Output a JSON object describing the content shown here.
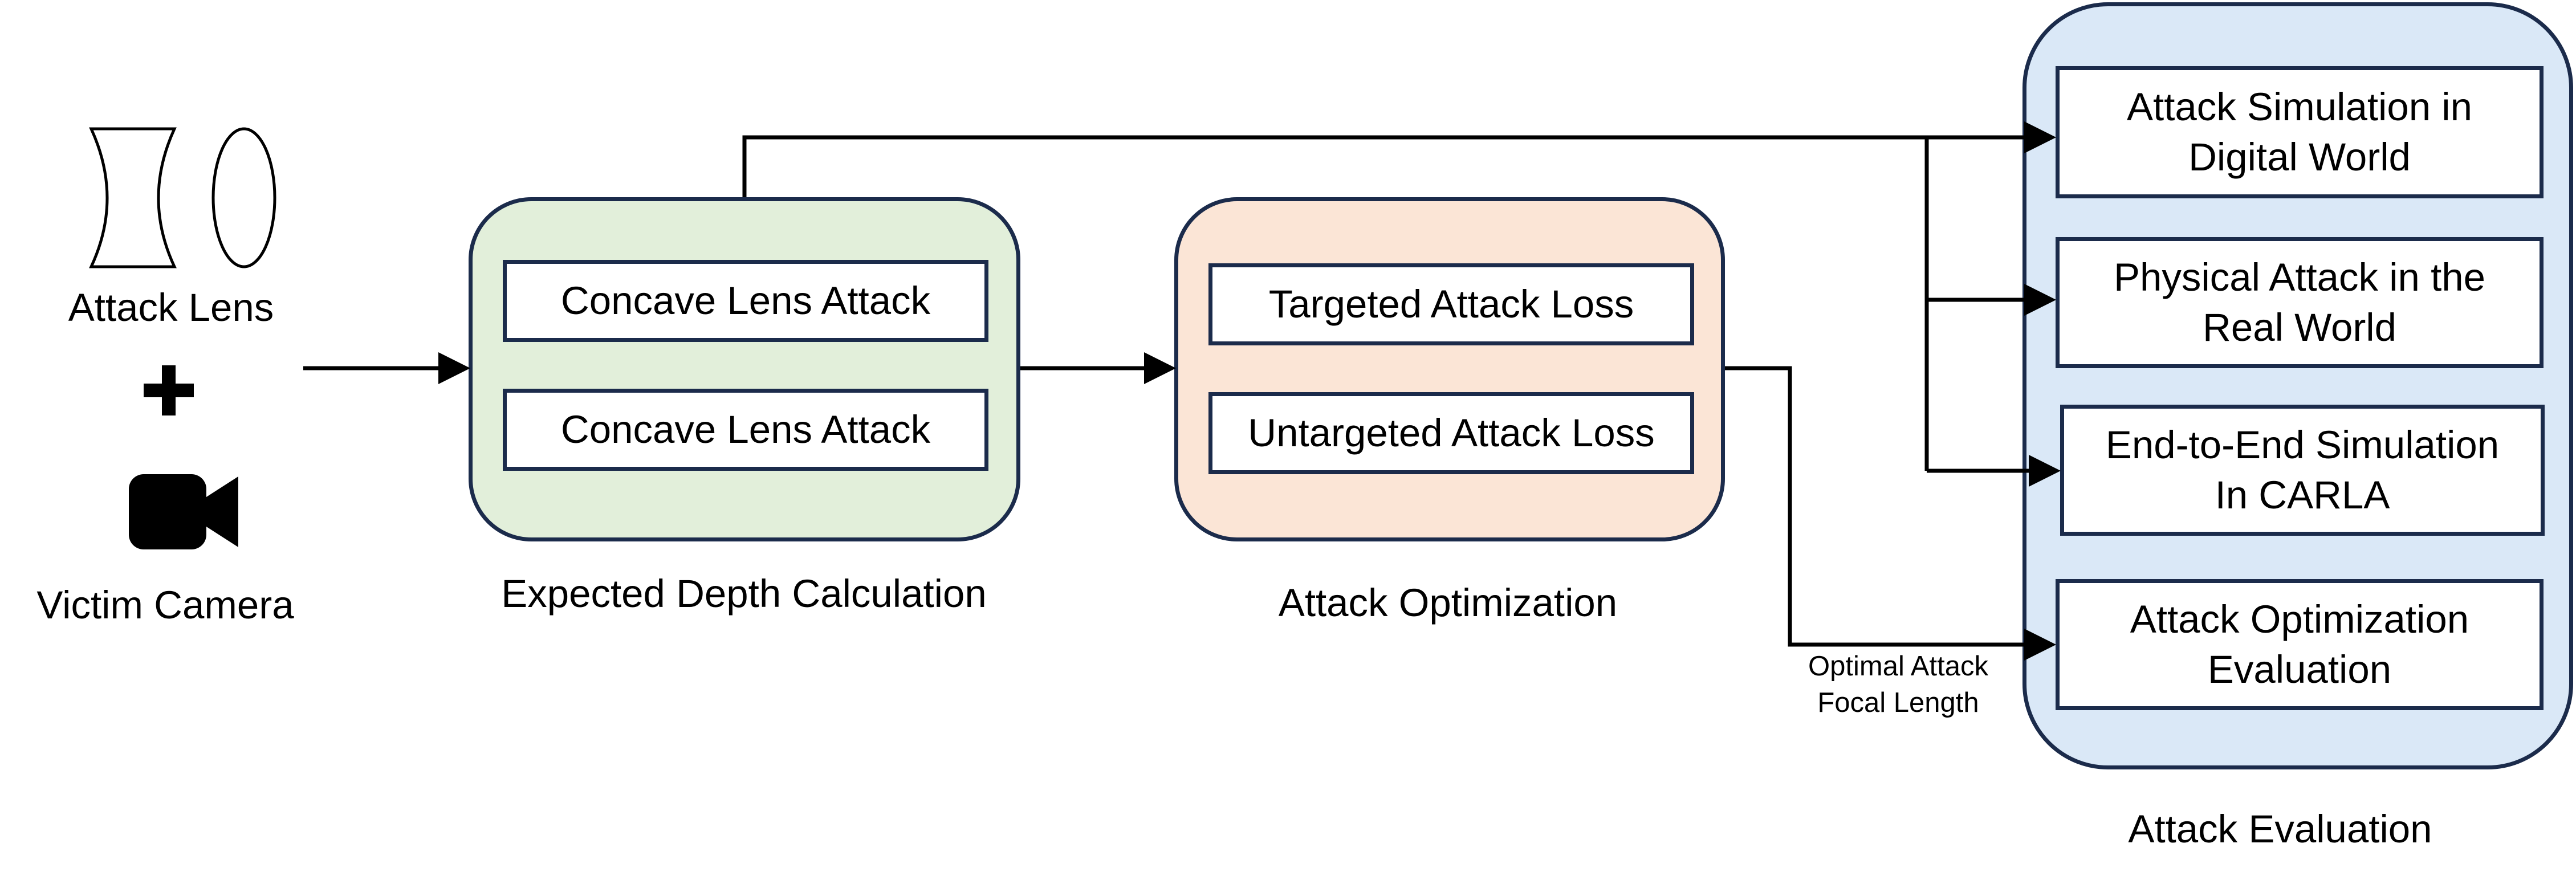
{
  "inputs": {
    "lens_label": "Attack Lens",
    "plus_icon": "plus-icon",
    "camera_label": "Victim Camera",
    "camera_icon": "video-camera-icon",
    "lens_icons": [
      "concave-lens-icon",
      "convex-lens-icon"
    ]
  },
  "groups": {
    "depth": {
      "caption": "Expected Depth Calculation",
      "fill": "#e2efda",
      "items": [
        "Concave Lens Attack",
        "Concave Lens Attack"
      ]
    },
    "optimization": {
      "caption": "Attack Optimization",
      "fill": "#fbe5d6",
      "items": [
        "Targeted Attack Loss",
        "Untargeted Attack Loss"
      ]
    },
    "evaluation": {
      "caption": "Attack Evaluation",
      "fill": "#dae8f7",
      "items": [
        "Attack Simulation in\nDigital World",
        "Physical Attack in the\nReal World",
        "End-to-End Simulation\nIn CARLA",
        "Attack Optimization\nEvaluation"
      ]
    }
  },
  "edge_label": "Optimal Attack\nFocal Length",
  "colors": {
    "border": "#1b2b4b",
    "arrow": "#000000"
  }
}
